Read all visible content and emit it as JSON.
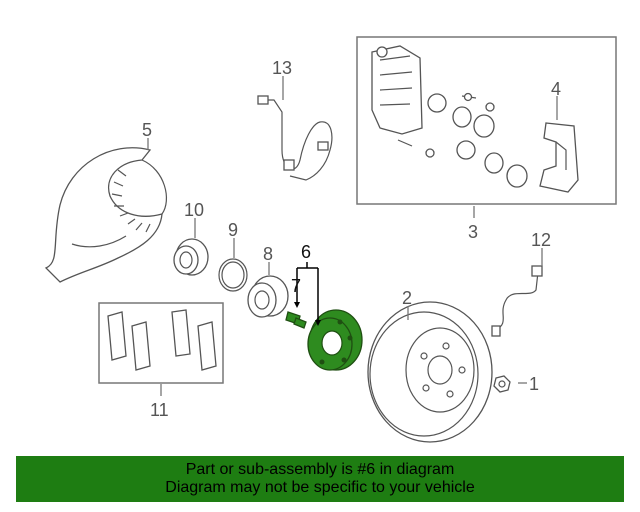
{
  "callouts": {
    "c1": "1",
    "c2": "2",
    "c3": "3",
    "c4": "4",
    "c5": "5",
    "c6": "6",
    "c7": "7",
    "c8": "8",
    "c9": "9",
    "c10": "10",
    "c11": "11",
    "c12": "12",
    "c13": "13"
  },
  "highlighted_part": "6",
  "colors": {
    "highlight": "#2e8b1f",
    "banner": "#1e7d12"
  },
  "banner": {
    "line1": "Part or sub-assembly is #6 in diagram",
    "line2": "Diagram may not be specific to your vehicle"
  }
}
